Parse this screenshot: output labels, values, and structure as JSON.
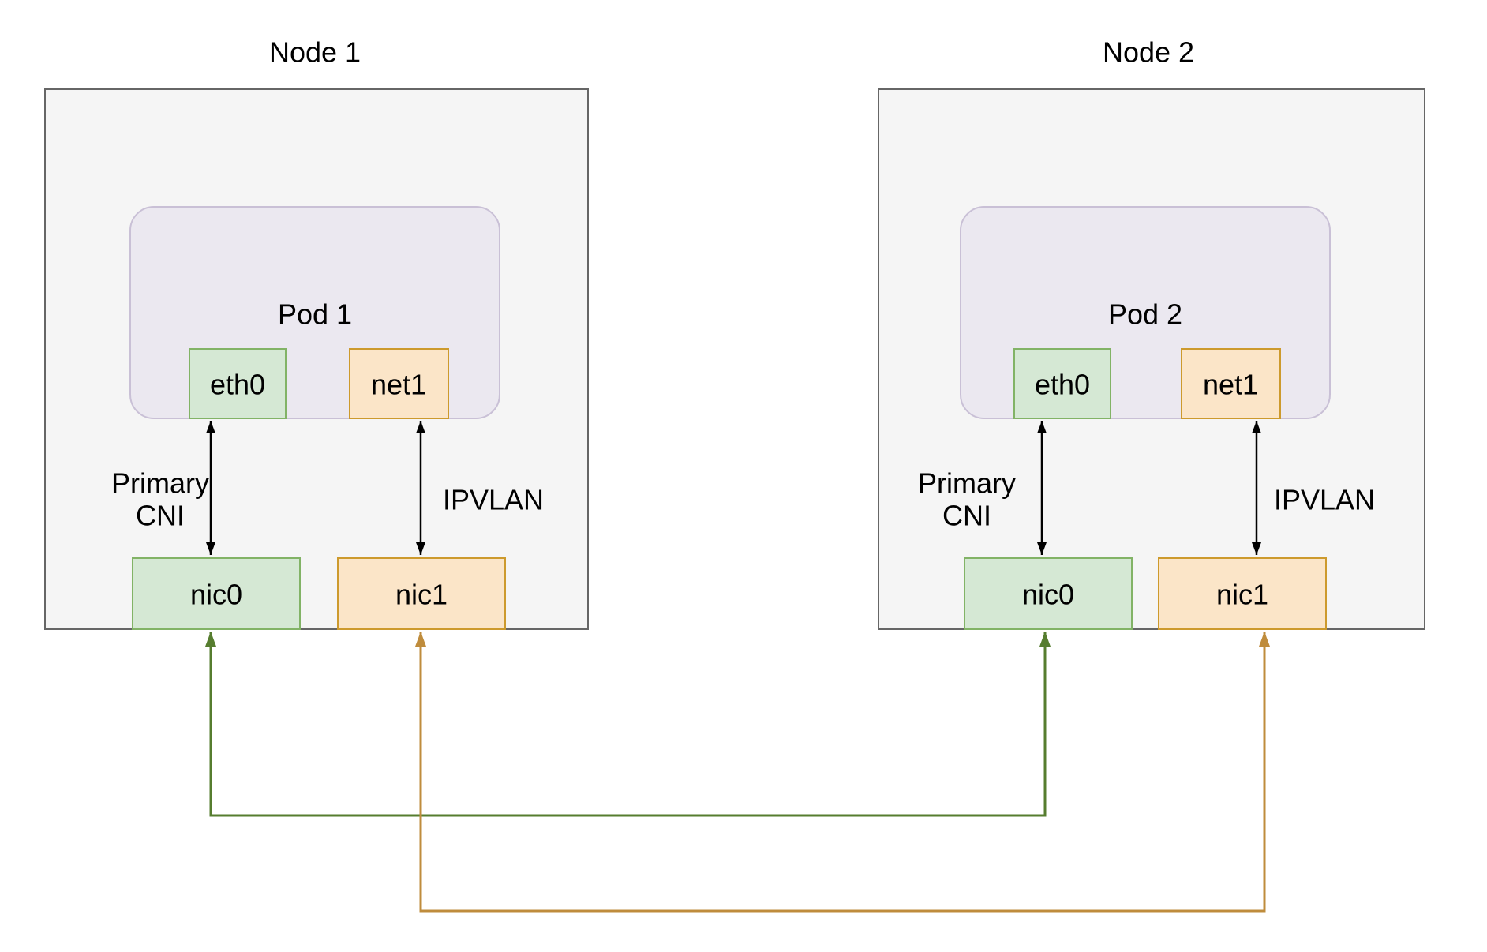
{
  "colors": {
    "background": "#ffffff",
    "node_fill": "#f5f5f5",
    "node_border": "#666666",
    "pod_fill": "#ebe8f0",
    "pod_border": "#c9c0d6",
    "green_box_fill": "#d5e8d4",
    "green_box_border": "#82b366",
    "orange_box_fill": "#fbe5c8",
    "orange_box_border": "#cd9a2d",
    "black_link": "#000000",
    "green_link": "#567d2f",
    "orange_link": "#bf8c3c",
    "text": "#000000"
  },
  "nodes": [
    {
      "title": "Node 1",
      "pod": {
        "label": "Pod 1"
      },
      "pod_interfaces": [
        {
          "label": "eth0"
        },
        {
          "label": "net1"
        }
      ],
      "host_nics": [
        {
          "label": "nic0"
        },
        {
          "label": "nic1"
        }
      ],
      "edge_labels": {
        "primary_cni_line1": "Primary",
        "primary_cni_line2": "CNI",
        "ipvlan": "IPVLAN"
      }
    },
    {
      "title": "Node 2",
      "pod": {
        "label": "Pod 2"
      },
      "pod_interfaces": [
        {
          "label": "eth0"
        },
        {
          "label": "net1"
        }
      ],
      "host_nics": [
        {
          "label": "nic0"
        },
        {
          "label": "nic1"
        }
      ],
      "edge_labels": {
        "primary_cni_line1": "Primary",
        "primary_cni_line2": "CNI",
        "ipvlan": "IPVLAN"
      }
    }
  ]
}
